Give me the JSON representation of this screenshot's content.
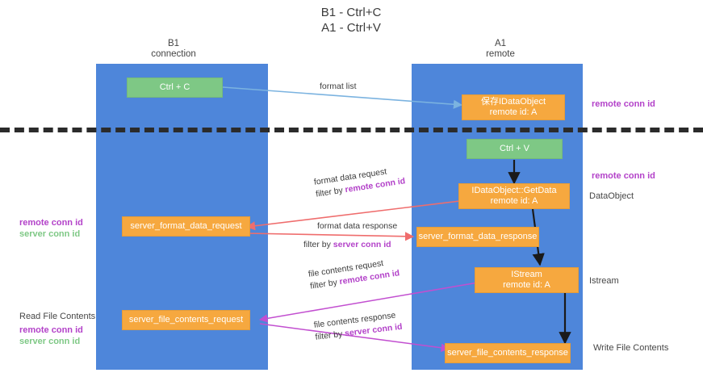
{
  "title": {
    "line1": "B1 - Ctrl+C",
    "line2": "A1 - Ctrl+V"
  },
  "colors": {
    "lane": "#4e86da",
    "green_node": "#7ec885",
    "orange_node": "#f6a83f",
    "remote_conn_id": "#b342c9",
    "server_conn_id_left": "#7ec885",
    "server_conn_id_mid": "#b342c9",
    "divider": "#2b2b2b",
    "arrow_format_list": "#7bb3e0",
    "arrow_black": "#1a1a1a",
    "arrow_red": "#ef6d6d",
    "arrow_magenta": "#c24fd0"
  },
  "columns": [
    {
      "name": "B1",
      "sub": "connection"
    },
    {
      "name": "A1",
      "sub": "remote"
    }
  ],
  "nodes": {
    "ctrl_c": {
      "line1": "Ctrl + C"
    },
    "save_dataobject": {
      "line1": "保存IDataObject",
      "line2": "remote id: A"
    },
    "ctrl_v": {
      "line1": "Ctrl + V"
    },
    "getdata": {
      "line1": "IDataObject::GetData",
      "line2": "remote id: A"
    },
    "server_format_data_request": {
      "line1": "server_format_data_request"
    },
    "server_format_data_response": {
      "line1": "server_format_data_response"
    },
    "istream": {
      "line1": "IStream",
      "line2": "remote id: A"
    },
    "server_file_contents_request": {
      "line1": "server_file_contents_request"
    },
    "server_file_contents_response": {
      "line1": "server_file_contents_response"
    }
  },
  "edge_labels": {
    "format_list": "format list",
    "format_data_request": {
      "line1": "format data request",
      "line2_prefix": "filter by ",
      "line2_hl": "remote conn id"
    },
    "format_data_response": {
      "line1": "format data response",
      "line2_prefix": "filter by ",
      "line2_hl": "server conn id"
    },
    "file_contents_request": {
      "line1": "file contents request",
      "line2_prefix": "filter by ",
      "line2_hl": "remote conn id"
    },
    "file_contents_response": {
      "line1": "file contents response",
      "line2_prefix": "filter by ",
      "line2_hl": "server conn id"
    }
  },
  "annotations": {
    "right_remote_conn_id_top": "remote conn id",
    "right_remote_conn_id_mid": "remote conn id",
    "right_dataobject": "DataObject",
    "right_istream": "Istream",
    "right_write_file_contents": "Write File Contents",
    "left_ids_mid": {
      "remote": "remote conn id",
      "server": "server conn id"
    },
    "left_read_file_contents": "Read File Contents",
    "left_ids_bottom": {
      "remote": "remote conn id",
      "server": "server conn id"
    }
  }
}
